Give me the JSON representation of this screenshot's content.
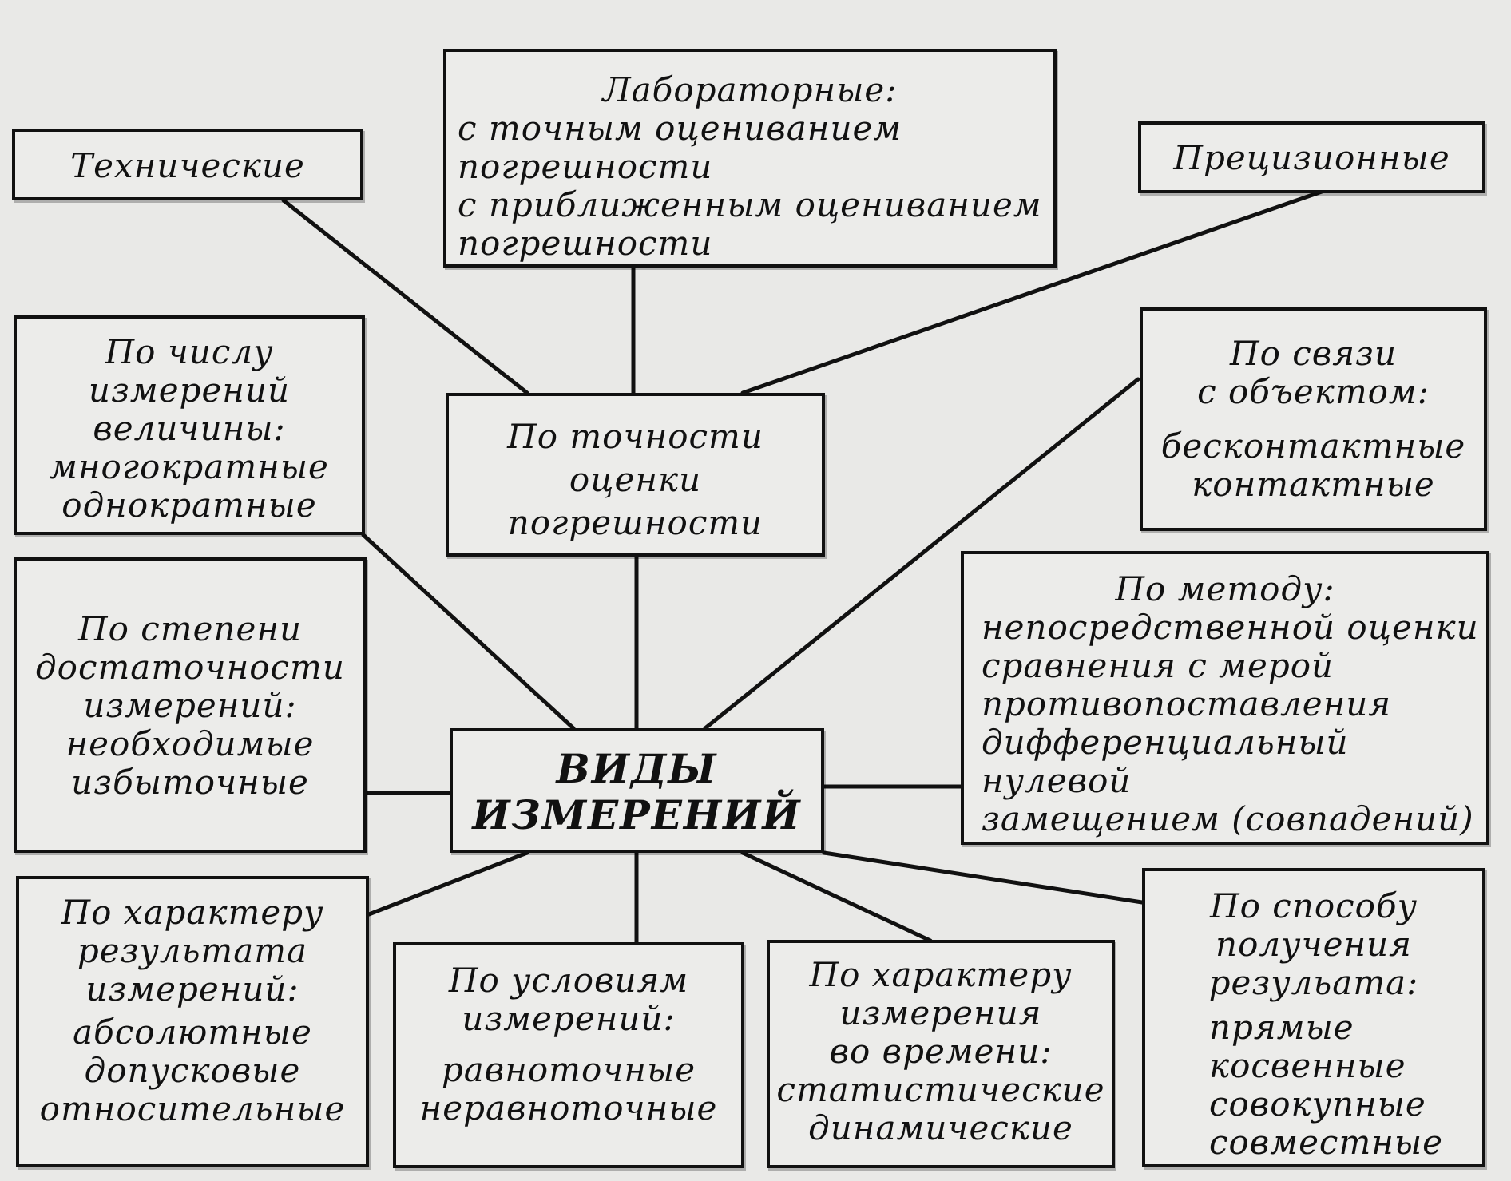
{
  "center": {
    "lines": [
      "ВИДЫ",
      "ИЗМЕРЕНИЙ"
    ]
  },
  "technical": {
    "title": "Технические"
  },
  "laboratory": {
    "title": "Лабораторные:",
    "items": [
      "с точным оцениванием",
      "погрешности",
      "с приближенным оцениванием",
      "погрешности"
    ]
  },
  "precision": {
    "title": "Прецизионные"
  },
  "by_accuracy": {
    "lines": [
      "По точности",
      "оценки",
      "погрешности"
    ]
  },
  "by_count": {
    "lines": [
      "По числу",
      "измерений",
      "величины:"
    ],
    "items": [
      "многократные",
      "однократные"
    ]
  },
  "by_contact": {
    "lines": [
      "По связи",
      "с объектом:"
    ],
    "items": [
      "бесконтактные",
      "контактные"
    ]
  },
  "by_sufficiency": {
    "lines": [
      "По степени",
      "достаточности",
      "измерений:"
    ],
    "items": [
      "необходимые",
      "избыточные"
    ]
  },
  "by_method": {
    "title": "По методу:",
    "items": [
      "непосредственной оценки",
      "сравнения с мерой",
      "противопоставления",
      "дифференциальный",
      "нулевой",
      "замещением (совпадений)"
    ]
  },
  "by_result_character": {
    "lines": [
      "По характеру",
      "результата",
      "измерений:"
    ],
    "items": [
      "абсолютные",
      "допусковые",
      "относительные"
    ]
  },
  "by_conditions": {
    "lines": [
      "По условиям",
      "измерений:"
    ],
    "items": [
      "равноточные",
      "неравноточные"
    ]
  },
  "by_time": {
    "lines": [
      "По характеру",
      "измерения",
      "во времени:"
    ],
    "items": [
      "статистические",
      "динамические"
    ]
  },
  "by_obtaining": {
    "lines": [
      "По способу",
      "получения",
      "резульата:"
    ],
    "items": [
      "прямые",
      "косвенные",
      "совокупные",
      "совместные"
    ]
  }
}
